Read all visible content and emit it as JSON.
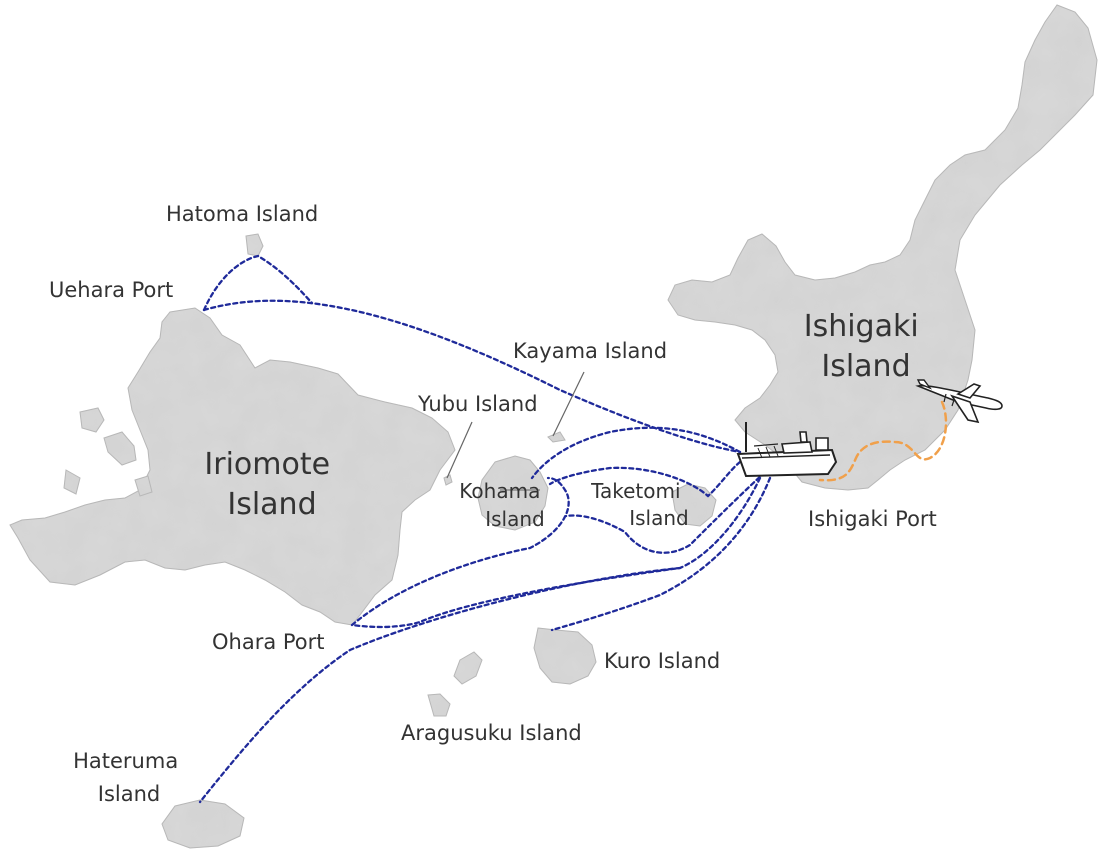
{
  "colors": {
    "land": "#d9d9d9",
    "land_shade": "#c9c9c9",
    "ferry_route": "#1f2a9a",
    "air_route": "#f0a04b",
    "text": "#333333"
  },
  "islands": {
    "ishigaki": [
      "Ishigaki",
      "Island"
    ],
    "iriomote": [
      "Iriomote",
      "Island"
    ],
    "kohama": [
      "Kohama",
      "Island"
    ],
    "taketomi": [
      "Taketomi",
      "Island"
    ],
    "hateruma": [
      "Hateruma",
      "Island"
    ],
    "hatoma": "Hatoma Island",
    "kayama": "Kayama Island",
    "yubu": "Yubu Island",
    "kuro": "Kuro Island",
    "aragusuku": "Aragusuku Island"
  },
  "ports": {
    "uehara": "Uehara Port",
    "ohara": "Ohara Port",
    "ishigaki": "Ishigaki Port"
  },
  "icons": [
    "ferry-icon",
    "airplane-icon"
  ]
}
